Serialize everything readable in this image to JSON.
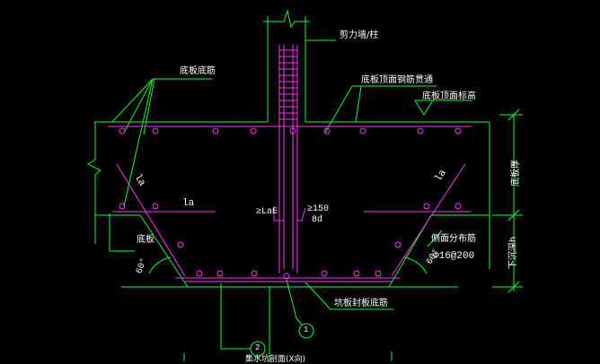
{
  "colors": {
    "background": "#000000",
    "green": "#00ff33",
    "magenta": "#ff33ff",
    "white": "#ffffff"
  },
  "labels": {
    "shear_wall_column": "剪力墙/柱",
    "slab_top_rebar_note": "底板顶面钢筋贯通",
    "slab_top_elevation": "底板顶面标高",
    "slab_bottom_rebar": "底板底筋",
    "la_left_diag": "la",
    "la_left_horiz": "la",
    "la_right_diag": "la",
    "anchor_LaE": "≥LaE",
    "anchor_150": "≥150",
    "anchor_8d": "8d",
    "slab_bottom": "底板",
    "angle_left": "60°",
    "angle_right": "60°",
    "side_distribution_rebar": "侧面分布筋",
    "side_rebar_spec": "Φ16@200",
    "slab_thickness": "底板厚",
    "pit_depth": "下沉深h",
    "pit_bottom_rebar": "坑板封板底筋",
    "callout_1": "1",
    "callout_2": "2",
    "bottom_caption": "集水坑剖面(X向)"
  }
}
